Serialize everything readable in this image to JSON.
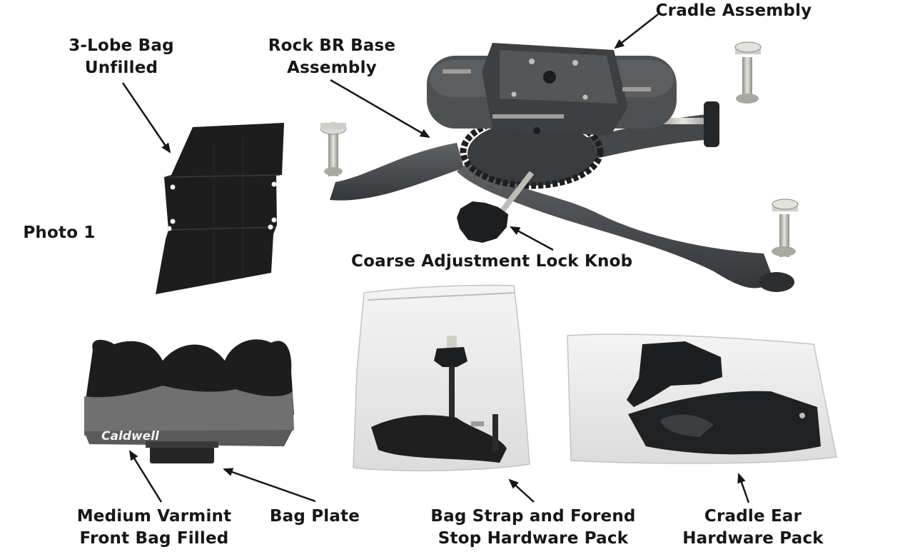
{
  "labels": {
    "cradle_assembly": [
      "Cradle Assembly"
    ],
    "rock_br_base": [
      "Rock BR Base",
      "Assembly"
    ],
    "three_lobe_bag": [
      "3-Lobe Bag",
      "Unfilled"
    ],
    "photo_label": [
      "Photo 1"
    ],
    "coarse_knob": [
      "Coarse Adjustment Lock Knob"
    ],
    "front_bag": [
      "Medium Varmint",
      "Front Bag Filled"
    ],
    "bag_plate": [
      "Bag Plate"
    ],
    "strap_pack": [
      "Bag Strap and Forend",
      "Stop Hardware Pack"
    ],
    "cradle_ear_pack": [
      "Cradle Ear",
      "Hardware Pack"
    ]
  },
  "brand_logo_text": "Caldwell",
  "colors": {
    "ink": "#161616",
    "base_gray": "#4e5052",
    "base_dark": "#2f3133",
    "metal_light": "#c9c9c4",
    "bag_black": "#1d1d1d",
    "bag_gray": "#707070",
    "plastic": "#ededed"
  }
}
